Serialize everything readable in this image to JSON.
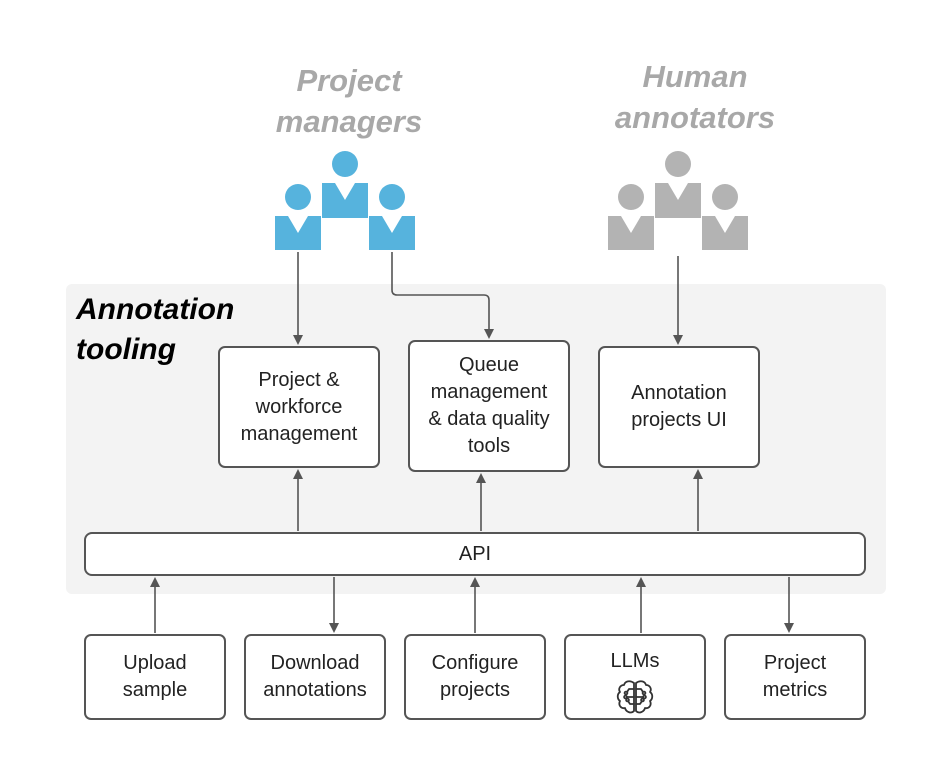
{
  "groups": {
    "project_managers": [
      "Project",
      "managers"
    ],
    "human_annotators": [
      "Human",
      "annotators"
    ]
  },
  "tooling": {
    "title_lines": [
      "Annotation",
      "tooling"
    ]
  },
  "components": {
    "project_workforce": [
      "Project &",
      "workforce",
      "management"
    ],
    "queue_management": [
      "Queue",
      "management",
      "& data quality",
      "tools"
    ],
    "annotation_projects_ui": [
      "Annotation",
      "projects UI"
    ]
  },
  "api": {
    "label": "API"
  },
  "services": {
    "upload_sample": [
      "Upload",
      "sample"
    ],
    "download_annotations": [
      "Download",
      "annotations"
    ],
    "configure_projects": [
      "Configure",
      "projects"
    ],
    "llms": "LLMs",
    "project_metrics": [
      "Project",
      "metrics"
    ]
  },
  "icons": {
    "project_managers": "people-group-icon",
    "human_annotators": "people-group-icon",
    "llms": "brain-circuit-icon"
  },
  "colors": {
    "project_managers": "#56b3dd",
    "human_annotators": "#b3b3b3",
    "group_title": "#a8a8a8",
    "panel_background": "#f3f3f3",
    "border": "#555555"
  }
}
